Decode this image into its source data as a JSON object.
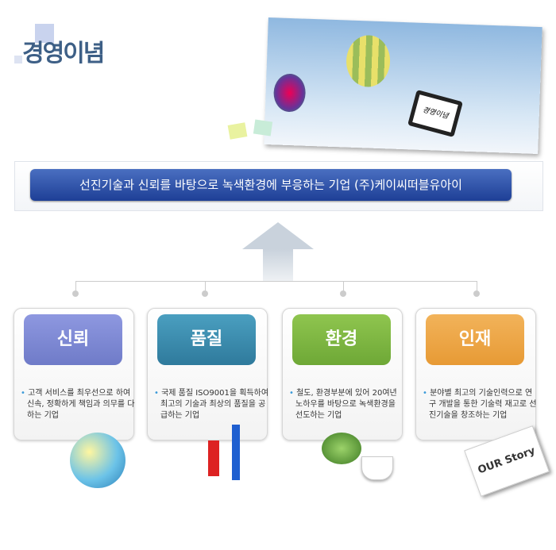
{
  "title": "경영이념",
  "banner": "선진기술과 신뢰를 바탕으로 녹색환경에 부응하는 기업  (주)케이씨떠블유아이",
  "cards": [
    {
      "label": "신뢰",
      "text": "고객 서비스를 최우선으로 하여 신속, 정확하게 책임과 의무를 다하는 기업",
      "color": "#7b86d2"
    },
    {
      "label": "품질",
      "text": "국제 품질 ISO9001을 획득하여 최고의 기술과 최상의 품질을 공급하는 기업",
      "color": "#3a86a8"
    },
    {
      "label": "환경",
      "text": "철도, 환경부분에 있어 20여년 노하우를 바탕으로 녹색환경을 선도하는 기업",
      "color": "#7bb53f"
    },
    {
      "label": "인재",
      "text": "분야별 최고의 기술인력으로 연구 개발을 통한 기술력 재고로 선진기술을 창조하는 기업",
      "color": "#eca43f"
    }
  ],
  "story_card": "OUR Story",
  "clipboard_text": "경영이념"
}
